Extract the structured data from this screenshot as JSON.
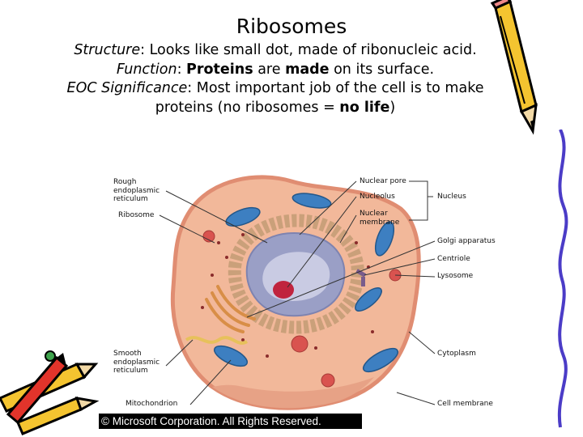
{
  "slide": {
    "title": "Ribosomes",
    "structure_label": "Structure",
    "structure_text": ": Looks like small dot, made of ribonucleic acid.",
    "function_label": "Function",
    "function_pre": ": ",
    "function_b1": "Proteins",
    "function_mid": " are ",
    "function_b2": "made",
    "function_post": " on its surface.",
    "eoc_label": "EOC Significance",
    "eoc_text": ": Most important job of the cell is to make",
    "eoc_line2_pre": "proteins (no ribosomes = ",
    "eoc_line2_b": "no life",
    "eoc_line2_post": ")"
  },
  "diagram": {
    "labels": {
      "rough_er": "Rough endoplasmic reticulum",
      "ribosome": "Ribosome",
      "smooth_er": "Smooth endoplasmic reticulum",
      "mitochondrion": "Mitochondrion",
      "nuclear_pore": "Nuclear pore",
      "nucleolus": "Nucleolus",
      "nucleus": "Nucleus",
      "nuclear_membrane": "Nuclear membrane",
      "golgi": "Golgi apparatus",
      "centriole": "Centriole",
      "lysosome": "Lysosome",
      "cytoplasm": "Cytoplasm",
      "cell_membrane": "Cell membrane"
    },
    "copyright": "© Microsoft Corporation. All Rights Reserved."
  },
  "colors": {
    "cytoplasm": "#f2b89a",
    "membrane": "#e59a7e",
    "nucleus": "#9a9fc6",
    "nucleolus": "#c0243e",
    "mitochondria": "#3d7fc1",
    "lysosome": "#d9534f",
    "golgi": "#d88e47"
  }
}
